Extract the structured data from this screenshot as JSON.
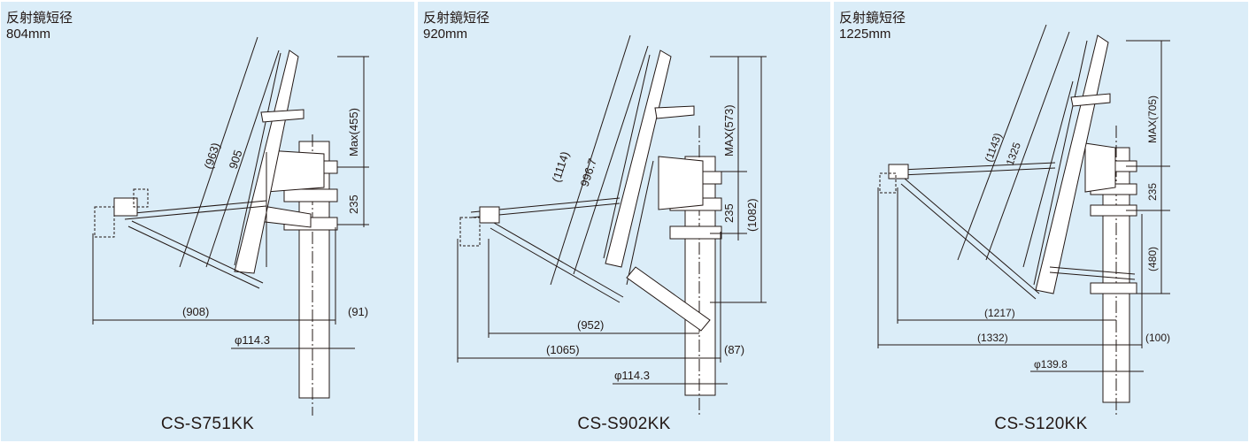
{
  "panels": [
    {
      "spec_label": "反射鏡短径",
      "spec_value": "804mm",
      "model": "CS-S751KK",
      "dims": {
        "d963": "(963)",
        "d905": "905",
        "max": "Max(455)",
        "d235": "235",
        "d908": "(908)",
        "d91": "(91)",
        "pipe": "φ114.3"
      }
    },
    {
      "spec_label": "反射鏡短径",
      "spec_value": "920mm",
      "model": "CS-S902KK",
      "dims": {
        "d1114": "(1114)",
        "d9967": "996.7",
        "max": "MAX(573)",
        "d235": "235",
        "d1082": "(1082)",
        "d952": "(952)",
        "d1065": "(1065)",
        "d87": "(87)",
        "pipe": "φ114.3"
      }
    },
    {
      "spec_label": "反射鏡短径",
      "spec_value": "1225mm",
      "model": "CS-S120KK",
      "dims": {
        "d1143": "(1143)",
        "d1325": "1325",
        "max": "MAX(705)",
        "d235": "235",
        "d480": "(480)",
        "d1217": "(1217)",
        "d1332": "(1332)",
        "d100": "(100)",
        "pipe": "φ139.8"
      }
    }
  ]
}
